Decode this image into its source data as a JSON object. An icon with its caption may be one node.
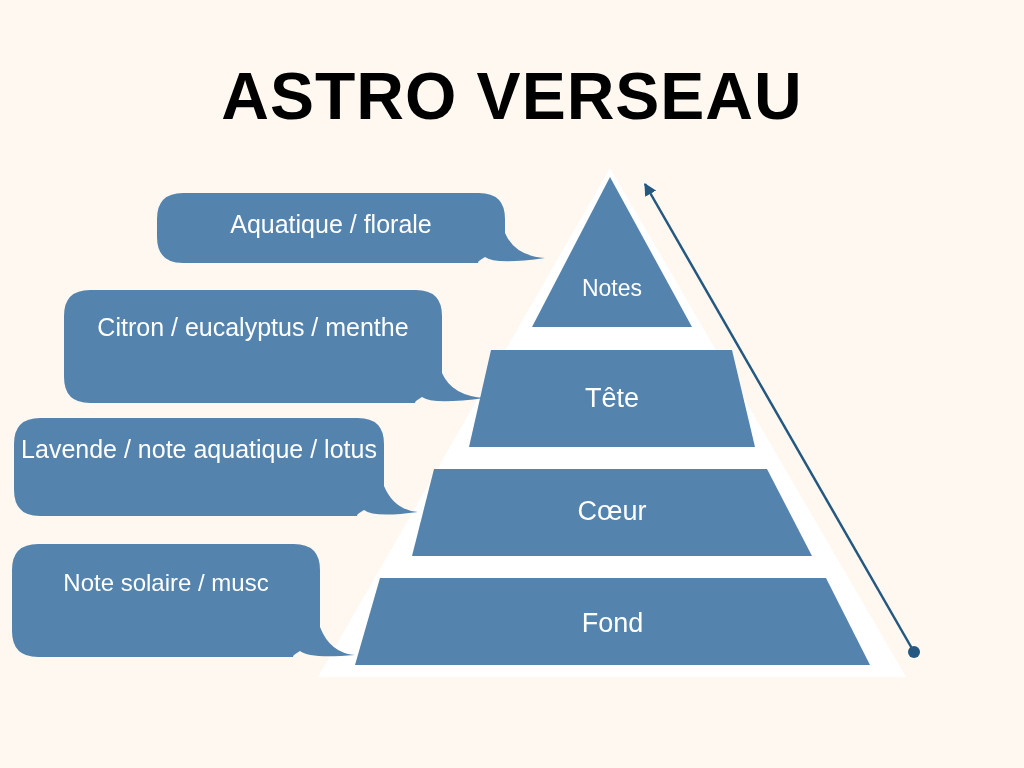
{
  "diagram": {
    "title": "ASTRO VERSEAU",
    "nodes": [
      {
        "text": [
          "Notes"
        ]
      },
      {
        "text": [
          "Tête"
        ]
      },
      {
        "text": [
          "Cœur"
        ]
      },
      {
        "text": [
          "Fond"
        ]
      },
      {
        "text": [
          "Aquatique / florale"
        ]
      },
      {
        "text": [
          "Citron / eucalyptus / menthe"
        ]
      },
      {
        "text": [
          "Lavende / note aquatique / lotus"
        ]
      },
      {
        "text": [
          "Note solaire / musc"
        ]
      }
    ]
  }
}
